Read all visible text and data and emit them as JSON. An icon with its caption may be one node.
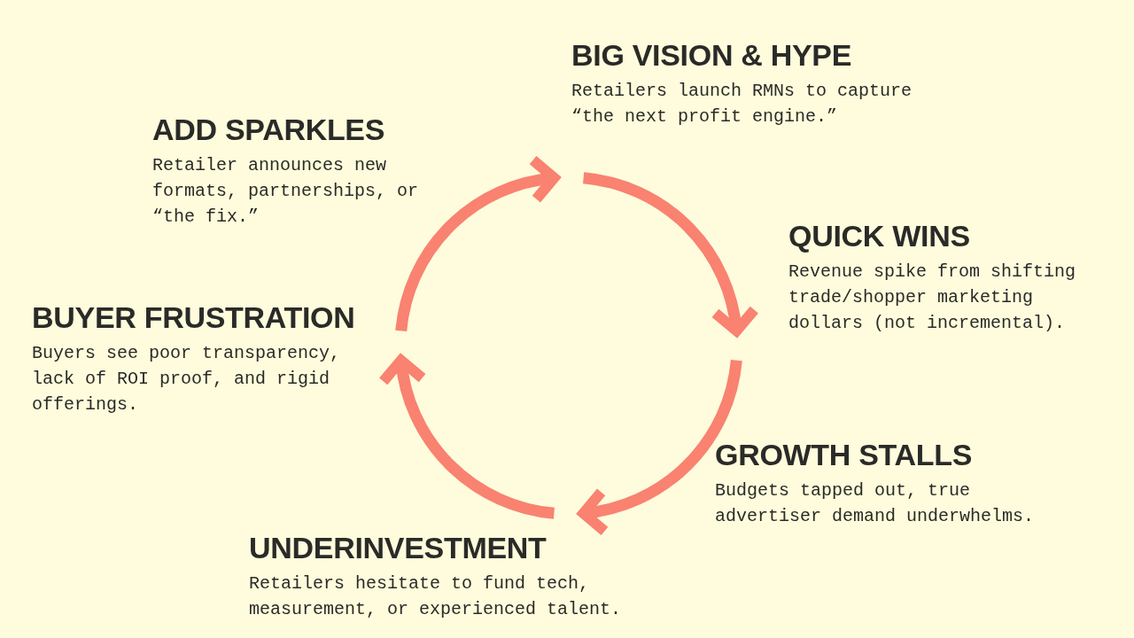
{
  "diagram": {
    "nodes": [
      {
        "text": [
          "BIG VISION & HYPE",
          "Retailers launch RMNs to capture “the next profit engine.”"
        ]
      },
      {
        "text": [
          "ADD SPARKLES",
          "Retailer announces new formats, partnerships, or “the fix.”"
        ]
      },
      {
        "text": [
          "QUICK WINS",
          "Revenue spike from shifting trade/shopper marketing dollars (not incremental)."
        ]
      },
      {
        "text": [
          "BUYER FRUSTRATION",
          "Buyers see poor transparency, lack of ROI proof, and rigid offerings."
        ]
      },
      {
        "text": [
          "GROWTH STALLS",
          "Budgets tapped out, true advertiser demand underwhelms."
        ]
      },
      {
        "text": [
          "UNDERINVESTMENT",
          "Retailers hesitate to fund tech, measurement, or experienced talent."
        ]
      }
    ],
    "edges": [
      {
        "from": 3,
        "to": 0,
        "arrow": "to"
      },
      {
        "from": 0,
        "to": 2,
        "arrow": "to"
      },
      {
        "from": 2,
        "to": 5,
        "arrow": "to"
      },
      {
        "from": 5,
        "to": 3,
        "arrow": "to"
      }
    ]
  }
}
